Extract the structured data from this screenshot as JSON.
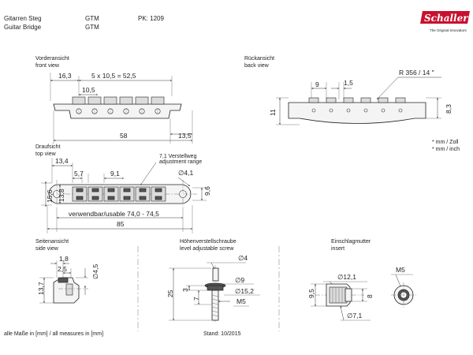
{
  "header": {
    "title_de": "Gitarren Steg",
    "title_en": "Guitar Bridge",
    "model_de": "GTM",
    "model_en": "GTM",
    "part_number": "PK: 1209"
  },
  "logo": {
    "brand": "Schaller",
    "tagline": "The Original Innovators"
  },
  "front_view": {
    "label_de": "Vorderansicht",
    "label_en": "front view",
    "dim_left": "16,3",
    "dim_spacing": "5 x 10,5 = 52,5",
    "dim_pair": "10,5",
    "dim_overall": "58",
    "dim_right": "13,5"
  },
  "back_view": {
    "label_de": "Rückansicht",
    "label_en": "back view",
    "dim_a": "9",
    "dim_b": "1,5",
    "dim_radius": "R 356 / 14 \"",
    "dim_height_left": "11",
    "dim_height_right": "8,3"
  },
  "units_note": {
    "line1": "* mm / Zoll",
    "line2": "* mm / inch"
  },
  "top_view": {
    "label_de": "Draufsicht",
    "label_en": "top view",
    "dim_13_4": "13,4",
    "dim_5_7": "5,7",
    "dim_9_1": "9,1",
    "adj_de": "7,1 Verstellweg",
    "adj_en": "adjustment range",
    "dim_hole": "∅4,1",
    "dim_15_6": "15,6",
    "dim_13_8": "13,8",
    "dim_9_6": "9,6",
    "usable": "verwendbar/usable 74,0 - 74,5",
    "dim_overall": "85"
  },
  "side_view": {
    "label_de": "Seitenansicht",
    "label_en": "side view",
    "dim_1_8": "1,8",
    "dim_2_5": "2,5",
    "dim_dia": "∅4,5",
    "dim_height": "13,7"
  },
  "screw": {
    "label_de": "Höhenverstellschraube",
    "label_en": "level adjustable screw",
    "dim_d4": "∅4",
    "dim_d9": "∅9",
    "dim_d152": "∅15,2",
    "dim_25": "25",
    "dim_3": "3",
    "dim_7": "7",
    "dim_m5": "M5"
  },
  "insert": {
    "label_de": "Einschlagmutter",
    "label_en": "insert",
    "dim_d121": "∅12,1",
    "dim_95": "9,5",
    "dim_8": "8",
    "dim_d71": "∅7,1",
    "dim_m5": "M5"
  },
  "footer": {
    "measures": "alle Maße in [mm] / all measures in [mm]",
    "date": "Stand: 10/2015"
  }
}
